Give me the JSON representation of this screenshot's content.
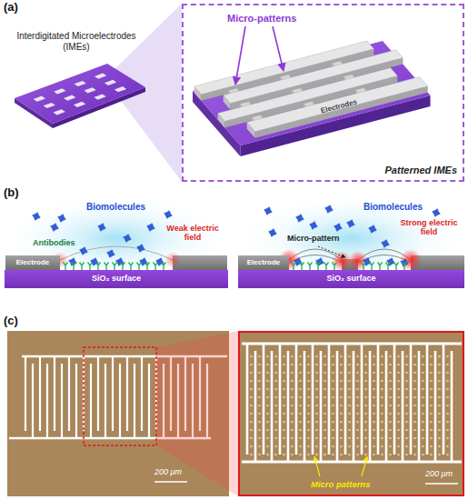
{
  "diagram": {
    "nodes": [
      {
        "text": [
          "Micro-patterns",
          "Electrodes",
          "Patterned IMEs"
        ]
      },
      {
        "text": [
          "Electrode"
        ]
      },
      {
        "text": [
          "SiO₂ surface"
        ]
      },
      {
        "text": [
          "Electrode"
        ]
      },
      {
        "text": [
          "SiO₂ surface"
        ]
      },
      {
        "text": [
          "200 μm"
        ]
      },
      {
        "text": [
          "Micro patterns",
          "200 μm"
        ]
      }
    ],
    "labels": [
      "(a)",
      "Interdigitated Microelectrodes (IMEs)",
      "(b)",
      "Biomolecules",
      "Antibodies",
      "Weak electric field",
      "Biomolecules",
      "Micro-pattern",
      "Strong electric field",
      "(c)"
    ]
  }
}
